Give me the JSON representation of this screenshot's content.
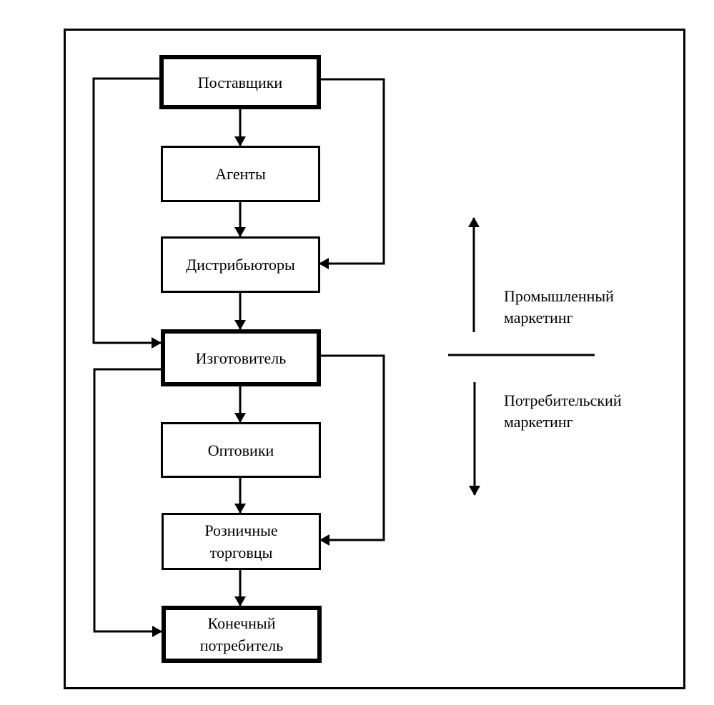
{
  "diagram": {
    "nodes": [
      {
        "id": "suppliers",
        "label": "Поставщики",
        "emphasis": true
      },
      {
        "id": "agents",
        "label": "Агенты",
        "emphasis": false
      },
      {
        "id": "distributors",
        "label": "Дистрибьюторы",
        "emphasis": false
      },
      {
        "id": "manufacturer",
        "label": "Изготовитель",
        "emphasis": true
      },
      {
        "id": "wholesalers",
        "label": "Оптовики",
        "emphasis": false
      },
      {
        "id": "retailers",
        "label": "Розничные\nторговцы",
        "emphasis": false
      },
      {
        "id": "end_consumer",
        "label": "Конечный\nпотребитель",
        "emphasis": true
      }
    ],
    "edges": [
      {
        "from": "suppliers",
        "to": "agents"
      },
      {
        "from": "agents",
        "to": "distributors"
      },
      {
        "from": "suppliers",
        "to": "distributors",
        "route": "right"
      },
      {
        "from": "distributors",
        "to": "manufacturer"
      },
      {
        "from": "suppliers",
        "to": "manufacturer",
        "route": "left"
      },
      {
        "from": "manufacturer",
        "to": "wholesalers"
      },
      {
        "from": "wholesalers",
        "to": "retailers"
      },
      {
        "from": "manufacturer",
        "to": "retailers",
        "route": "right"
      },
      {
        "from": "retailers",
        "to": "end_consumer"
      },
      {
        "from": "manufacturer",
        "to": "end_consumer",
        "route": "left"
      }
    ],
    "legend": {
      "industrial": {
        "label": "Промышленный\nмаркетинг",
        "direction": "up"
      },
      "consumer": {
        "label": "Потребительский\nмаркетинг",
        "direction": "down"
      }
    }
  }
}
